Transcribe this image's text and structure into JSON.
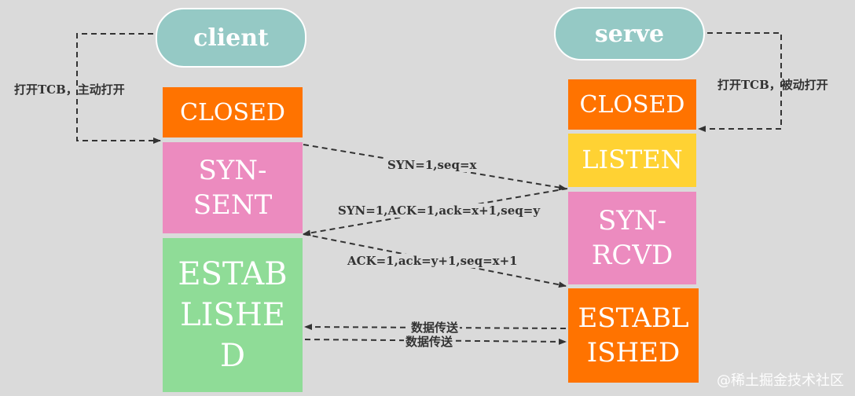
{
  "client": {
    "title": "client",
    "note": "打开TCB，主动打开"
  },
  "server": {
    "title": "serve",
    "note": "打开TCB，被动打开"
  },
  "client_states": {
    "closed": "CLOSED",
    "syn_sent": [
      "SYN-",
      "SENT"
    ],
    "established": [
      "ESTAB",
      "LISHE",
      "D"
    ]
  },
  "server_states": {
    "closed": "CLOSED",
    "listen": "LISTEN",
    "syn_rcvd": [
      "SYN-",
      "RCVD"
    ],
    "established": [
      "ESTABL",
      "ISHED"
    ]
  },
  "messages": {
    "syn": "SYN=1,seq=x",
    "syn_ack": "SYN=1,ACK=1,ack=x+1,seq=y",
    "ack": "ACK=1,ack=y+1,seq=x+1",
    "data_to_client": "数据传送",
    "data_to_server": "数据传送"
  },
  "colors": {
    "closed": "#ff7300",
    "syn": "#ec8bbf",
    "established_client": "#8fdc97",
    "established_server": "#ff7300",
    "listen": "#ffd233",
    "pill": "#95c9c5"
  },
  "watermark": "@稀土掘金技术社区"
}
